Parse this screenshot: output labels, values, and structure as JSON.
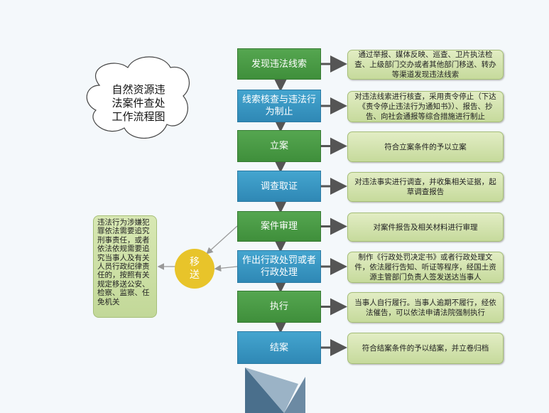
{
  "title": "自然资源违法案件查处工作流程图",
  "title_lines": [
    "自然资源违",
    "法案件查处",
    "工作流程图"
  ],
  "steps": [
    {
      "label": "发现违法线索",
      "color": "green",
      "note": "通过举报、媒体反映、巡查、卫片执法检查、上级部门交办或者其他部门移送、转办等渠道发现违法线索"
    },
    {
      "label": "线索核查与违法行为制止",
      "color": "blue",
      "note": "对违法线索进行核查，采用责令停止（下达《责令停止违法行为通知书》）、报告、抄告、向社会通报等综合措施进行制止"
    },
    {
      "label": "立案",
      "color": "green",
      "note": "符合立案条件的予以立案"
    },
    {
      "label": "调查取证",
      "color": "blue",
      "note": "对违法事实进行调查，并收集相关证据，起草调查报告"
    },
    {
      "label": "案件审理",
      "color": "green",
      "note": "对案件报告及相关材料进行审理"
    },
    {
      "label": "作出行政处罚或者行政处理",
      "color": "blue",
      "note": "制作《行政处罚决定书》或者行政处理文件，依法履行告知、听证等程序，经国土资源主管部门负责人签发送达当事人"
    },
    {
      "label": "执行",
      "color": "green",
      "note": "当事人自行履行。当事人逾期不履行，经依法催告，可以依法申请法院强制执行"
    },
    {
      "label": "结案",
      "color": "blue",
      "note": "符合结案条件的予以结案，并立卷归档"
    }
  ],
  "transfer": {
    "label": "移送",
    "lines": [
      "移",
      "送"
    ],
    "note": "违法行为涉嫌犯罪依法需要追究刑事责任，或者依法依规需要追究当事人及有关人员行政纪律责任的，按照有关规定移送公安、检察、监察、任免机关"
  }
}
